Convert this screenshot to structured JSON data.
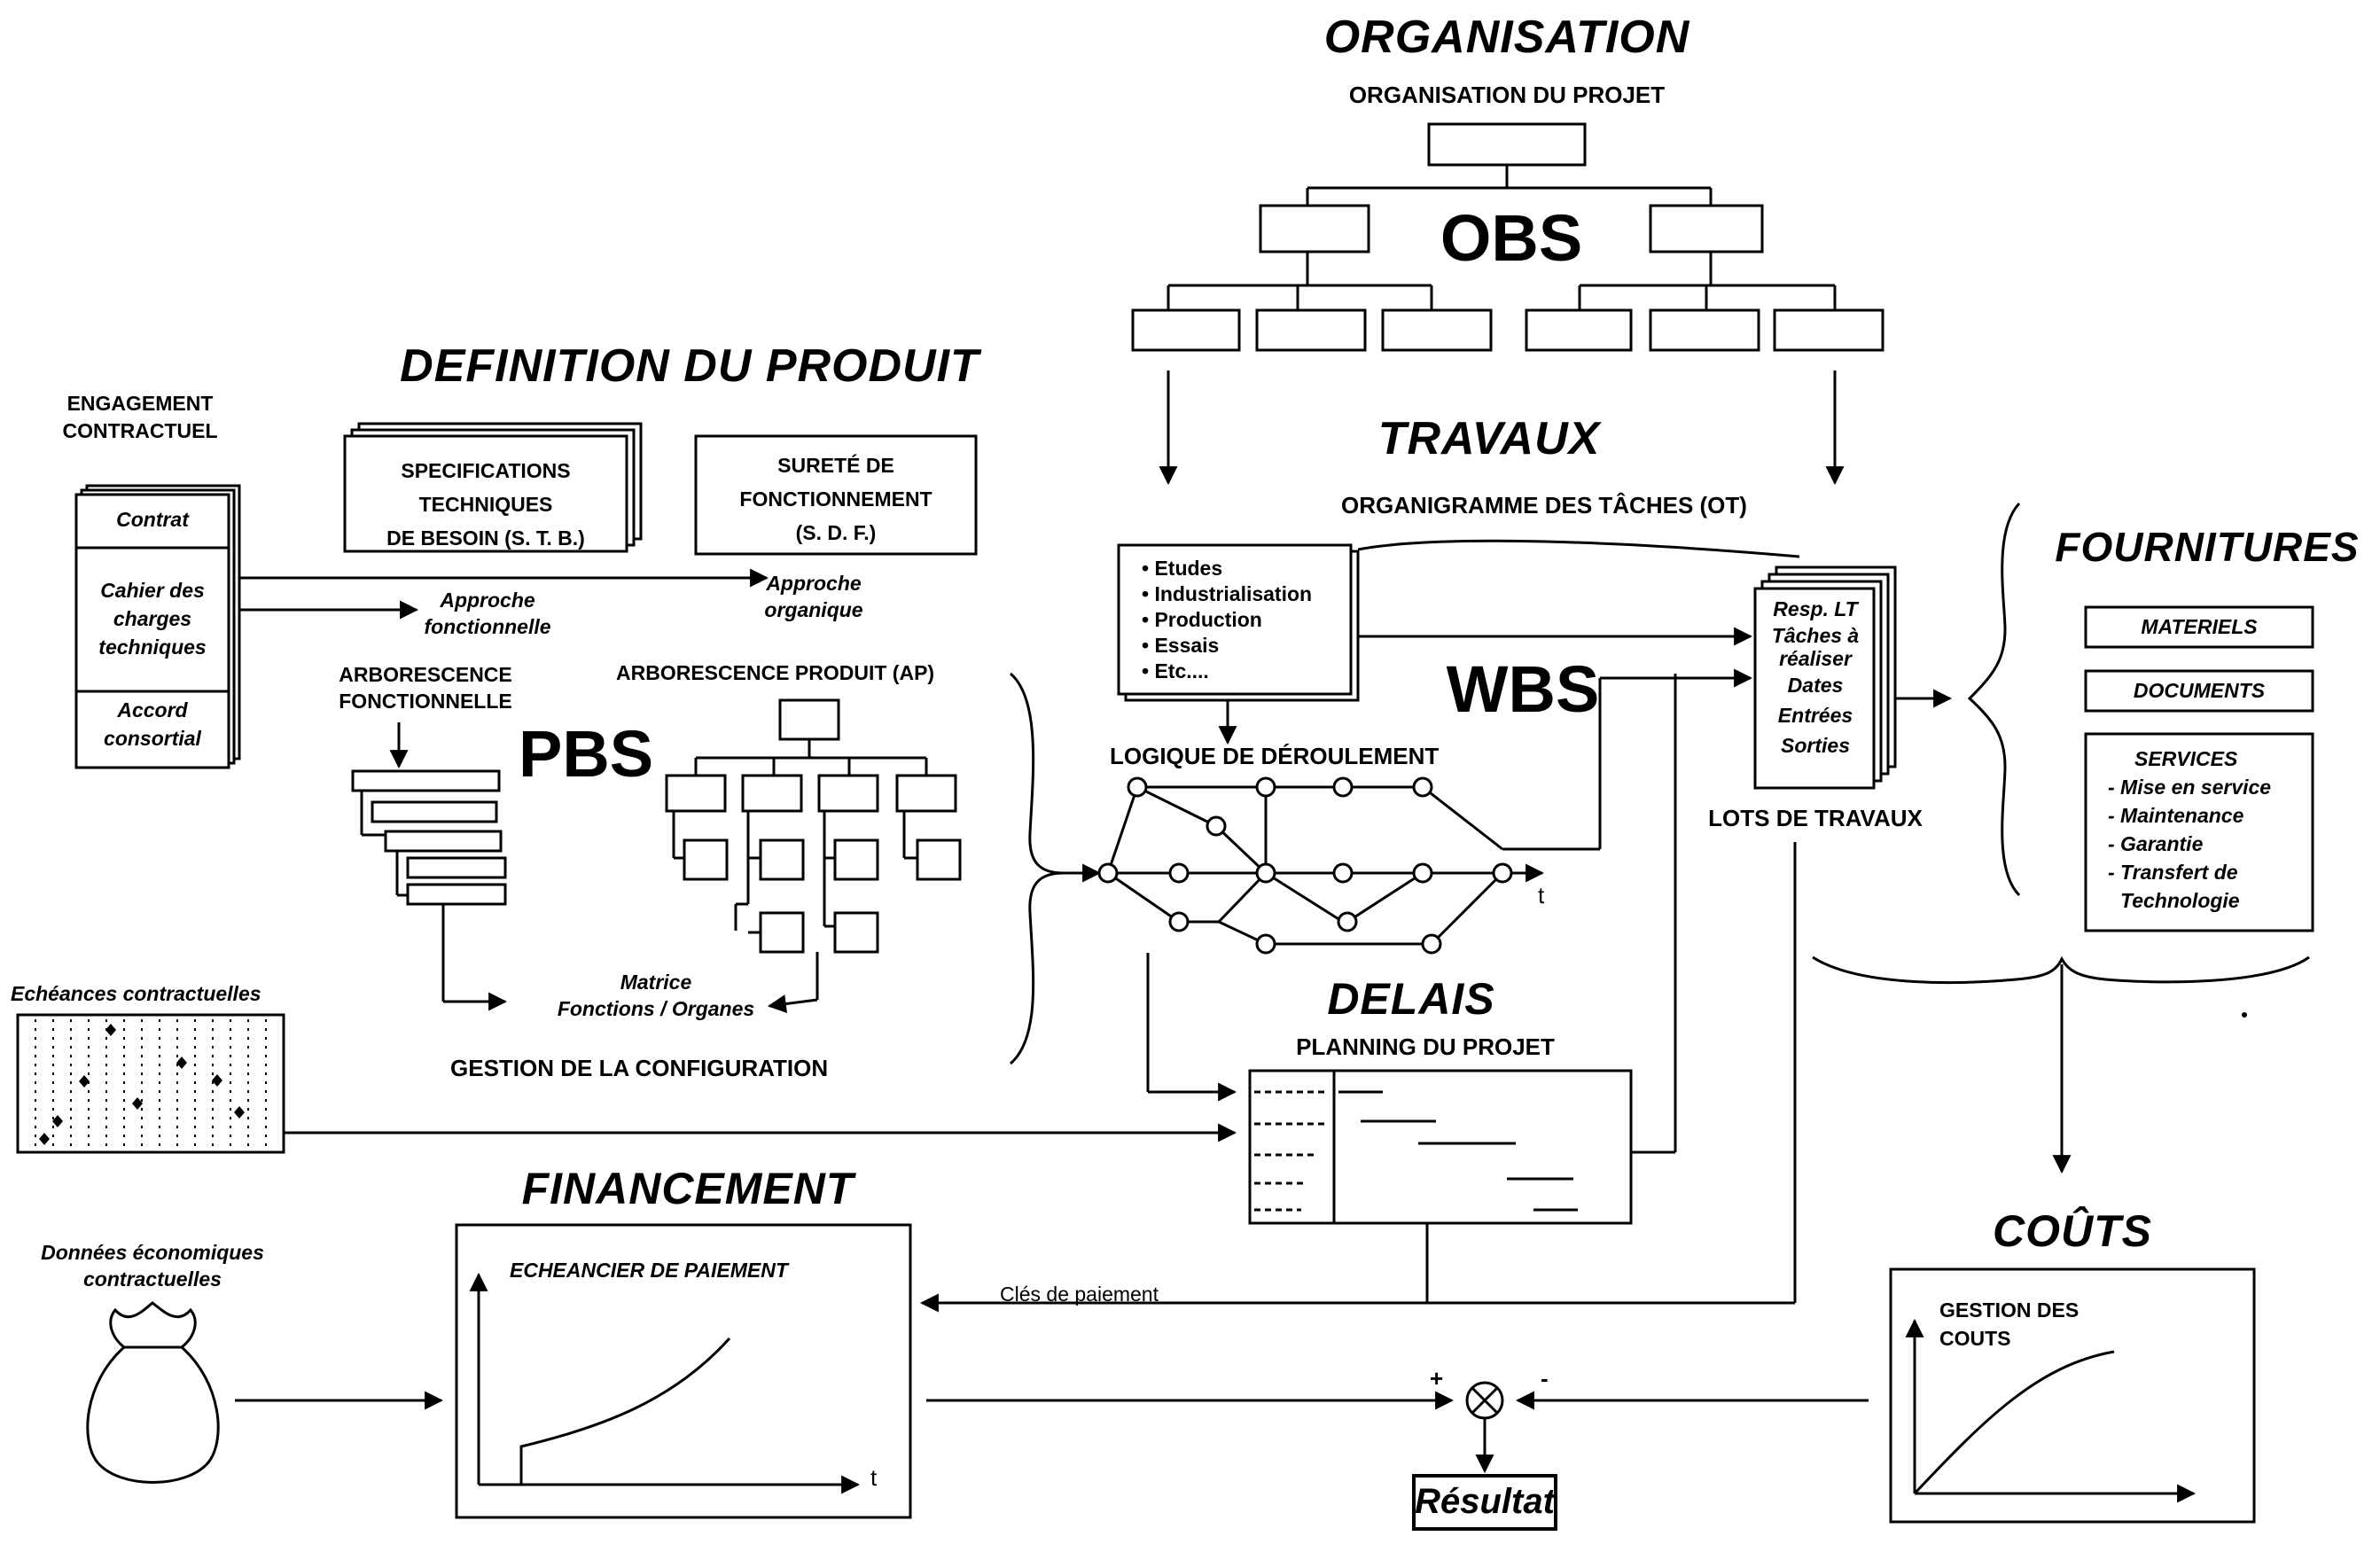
{
  "organisation": {
    "title": "ORGANISATION",
    "subtitle": "ORGANISATION DU PROJET",
    "obs": "OBS"
  },
  "travaux": {
    "title": "TRAVAUX",
    "subtitle": "ORGANIGRAMME DES TÂCHES (OT)",
    "wbs": "WBS",
    "tasks": [
      "• Etudes",
      "• Industrialisation",
      "• Production",
      "• Essais",
      "• Etc...."
    ],
    "logique": "LOGIQUE DE DÉROULEMENT",
    "t_label": "t"
  },
  "lots": {
    "items": [
      "Resp. LT",
      "Tâches à",
      "réaliser",
      "Dates",
      "Entrées",
      "Sorties"
    ],
    "label": "LOTS DE TRAVAUX"
  },
  "definition": {
    "title": "DEFINITION DU PRODUIT",
    "stb": [
      "SPECIFICATIONS",
      "TECHNIQUES",
      "DE BESOIN  (S. T. B.)"
    ],
    "sdf": [
      "SURETÉ DE",
      "FONCTIONNEMENT",
      "(S. D. F.)"
    ],
    "approche_fonc": [
      "Approche",
      "fonctionnelle"
    ],
    "approche_org": [
      "Approche",
      "organique"
    ],
    "arbo_fonc": [
      "ARBORESCENCE",
      "FONCTIONNELLE"
    ],
    "arbo_prod": "ARBORESCENCE PRODUIT  (AP)",
    "pbs": "PBS",
    "matrice": [
      "Matrice",
      "Fonctions / Organes"
    ],
    "config": "GESTION DE LA CONFIGURATION"
  },
  "engagement": {
    "title": [
      "ENGAGEMENT",
      "CONTRACTUEL"
    ],
    "contrat": "Contrat",
    "cahier": [
      "Cahier des",
      "charges",
      "techniques"
    ],
    "accord": [
      "Accord",
      "consortial"
    ]
  },
  "fournitures": {
    "title": "FOURNITURES",
    "materiels": "MATERIELS",
    "documents": "DOCUMENTS",
    "services": [
      "SERVICES",
      "- Mise en service",
      "- Maintenance",
      "- Garantie",
      "- Transfert de",
      "Technologie"
    ]
  },
  "echeances": "Echéances contractuelles",
  "delais": {
    "title": "DELAIS",
    "subtitle": "PLANNING DU PROJET"
  },
  "financement": {
    "title": "FINANCEMENT",
    "chart_title": "ECHEANCIER  DE  PAIEMENT",
    "t_label": "t"
  },
  "donnees": [
    "Données économiques",
    "contractuelles"
  ],
  "cles": "Clés de paiement",
  "couts": {
    "title": "COÛTS",
    "chart_title": [
      "GESTION DES",
      "COUTS"
    ]
  },
  "resultat": {
    "label": "Résultat",
    "plus": "+",
    "minus": "-"
  }
}
